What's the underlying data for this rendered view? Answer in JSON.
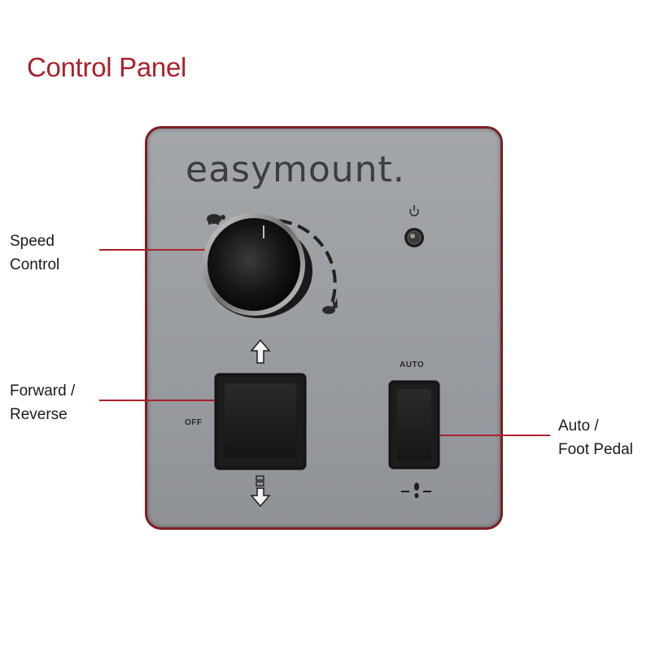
{
  "heading": "Control Panel",
  "brand": "easymount",
  "brand_suffix": ".",
  "callouts": {
    "speed_line1": "Speed",
    "speed_line2": "Control",
    "direction_line1": "Forward /",
    "direction_line2": "Reverse",
    "mode_line1": "Auto /",
    "mode_line2": "Foot Pedal"
  },
  "switch_labels": {
    "off": "OFF",
    "auto": "AUTO"
  },
  "icons": {
    "slow": "tortoise-icon",
    "fast": "rabbit-icon",
    "power": "power-icon",
    "forward": "arrow-up-icon",
    "reverse": "arrow-down-icon",
    "pedal": "foot-icon"
  },
  "colors": {
    "accent": "#a8222c",
    "panel": "#9c9fa3",
    "switch": "#1c1c1c"
  }
}
